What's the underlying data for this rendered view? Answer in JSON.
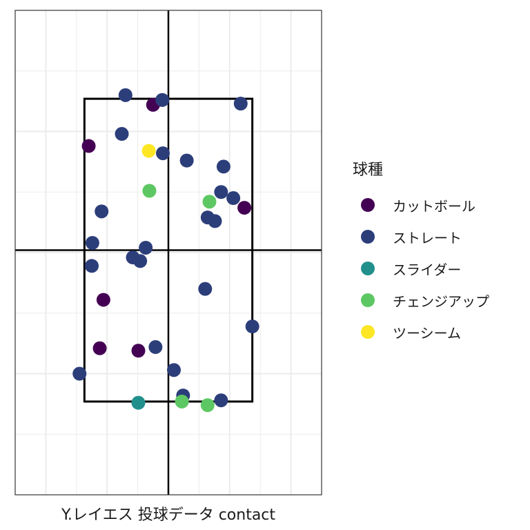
{
  "chart_data": {
    "type": "scatter",
    "title": "",
    "xlabel": "Y.レイエス 投球データ contact",
    "ylabel": "",
    "xlim": [
      -2.5,
      2.5
    ],
    "ylim": [
      0,
      4
    ],
    "grid": true,
    "legend_position": "right",
    "strike_zone": {
      "x": [
        -1.37,
        1.37
      ],
      "y": [
        0.77,
        3.27
      ]
    },
    "series": [
      {
        "name": "カットボール",
        "color": "#440154",
        "points": [
          [
            -0.25,
            3.22
          ],
          [
            -1.3,
            2.88
          ],
          [
            1.24,
            2.37
          ],
          [
            -1.06,
            1.61
          ],
          [
            -1.12,
            1.21
          ],
          [
            -0.49,
            1.19
          ]
        ]
      },
      {
        "name": "ストレート",
        "color": "#2c3e7a",
        "points": [
          [
            -0.7,
            3.3
          ],
          [
            -0.1,
            3.26
          ],
          [
            1.18,
            3.23
          ],
          [
            -0.76,
            2.98
          ],
          [
            -0.09,
            2.82
          ],
          [
            0.3,
            2.76
          ],
          [
            0.9,
            2.71
          ],
          [
            0.86,
            2.5
          ],
          [
            1.06,
            2.45
          ],
          [
            -1.09,
            2.34
          ],
          [
            0.64,
            2.29
          ],
          [
            0.76,
            2.26
          ],
          [
            -1.24,
            2.08
          ],
          [
            -0.37,
            2.04
          ],
          [
            -0.58,
            1.96
          ],
          [
            -0.46,
            1.93
          ],
          [
            -1.25,
            1.89
          ],
          [
            0.6,
            1.7
          ],
          [
            1.37,
            1.39
          ],
          [
            -0.21,
            1.22
          ],
          [
            0.09,
            1.03
          ],
          [
            -1.45,
            1.0
          ],
          [
            0.24,
            0.82
          ],
          [
            0.86,
            0.78
          ]
        ]
      },
      {
        "name": "スライダー",
        "color": "#21908c",
        "points": [
          [
            -0.49,
            0.76
          ]
        ]
      },
      {
        "name": "チェンジアップ",
        "color": "#5dc863",
        "points": [
          [
            -0.31,
            2.51
          ],
          [
            0.67,
            2.42
          ],
          [
            0.22,
            0.77
          ],
          [
            0.64,
            0.74
          ]
        ]
      },
      {
        "name": "ツーシーム",
        "color": "#fde725",
        "points": [
          [
            -0.32,
            2.84
          ]
        ]
      }
    ]
  }
}
